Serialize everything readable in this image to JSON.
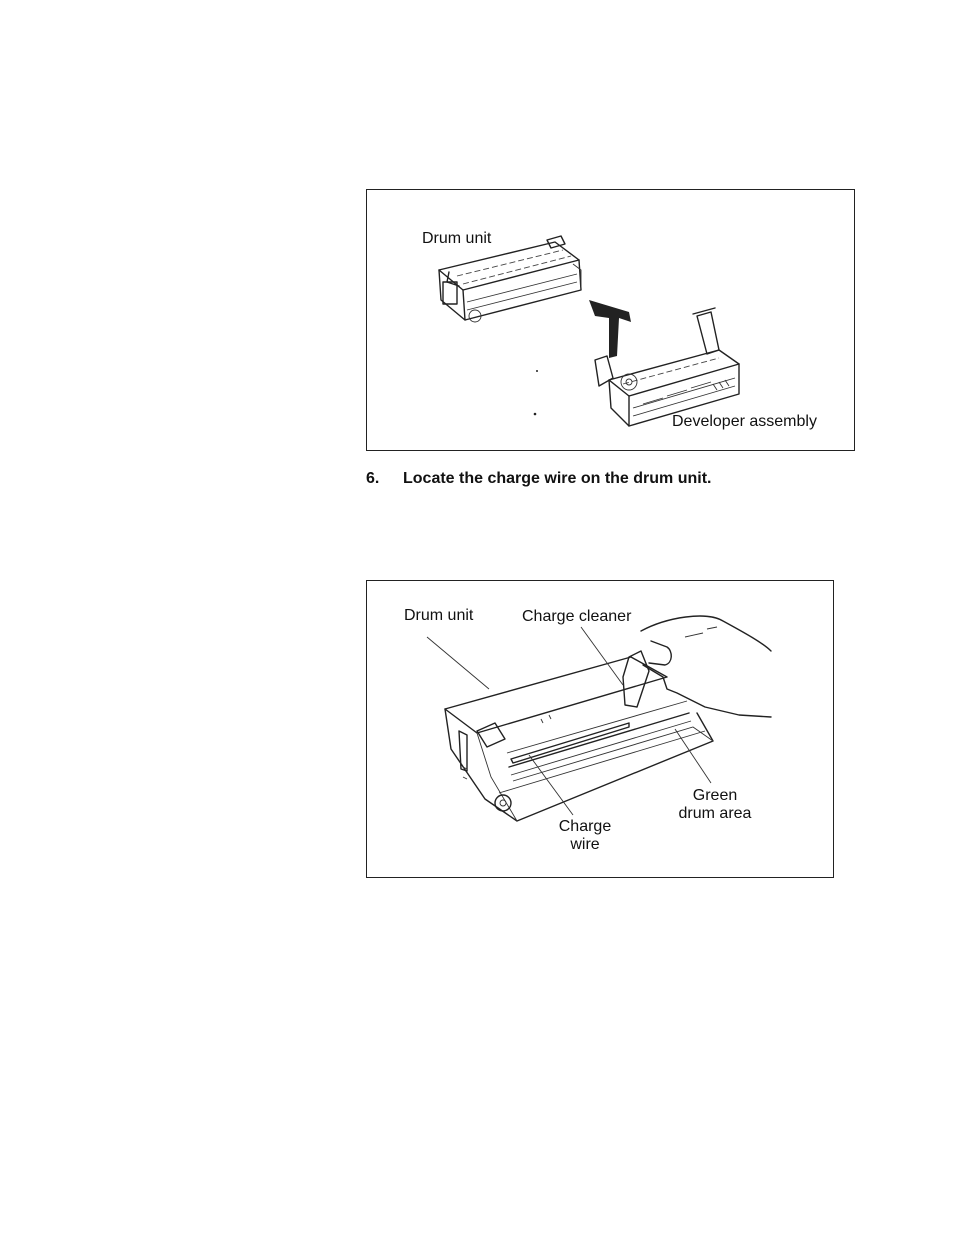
{
  "figure1": {
    "labels": {
      "drum_unit": "Drum unit",
      "developer_assembly": "Developer assembly"
    }
  },
  "step": {
    "number": "6.",
    "text": "Locate the charge wire on the drum unit."
  },
  "figure2": {
    "labels": {
      "drum_unit": "Drum unit",
      "charge_cleaner": "Charge cleaner",
      "green_drum_area_line1": "Green",
      "green_drum_area_line2": "drum area",
      "charge_wire_line1": "Charge",
      "charge_wire_line2": "wire"
    }
  }
}
